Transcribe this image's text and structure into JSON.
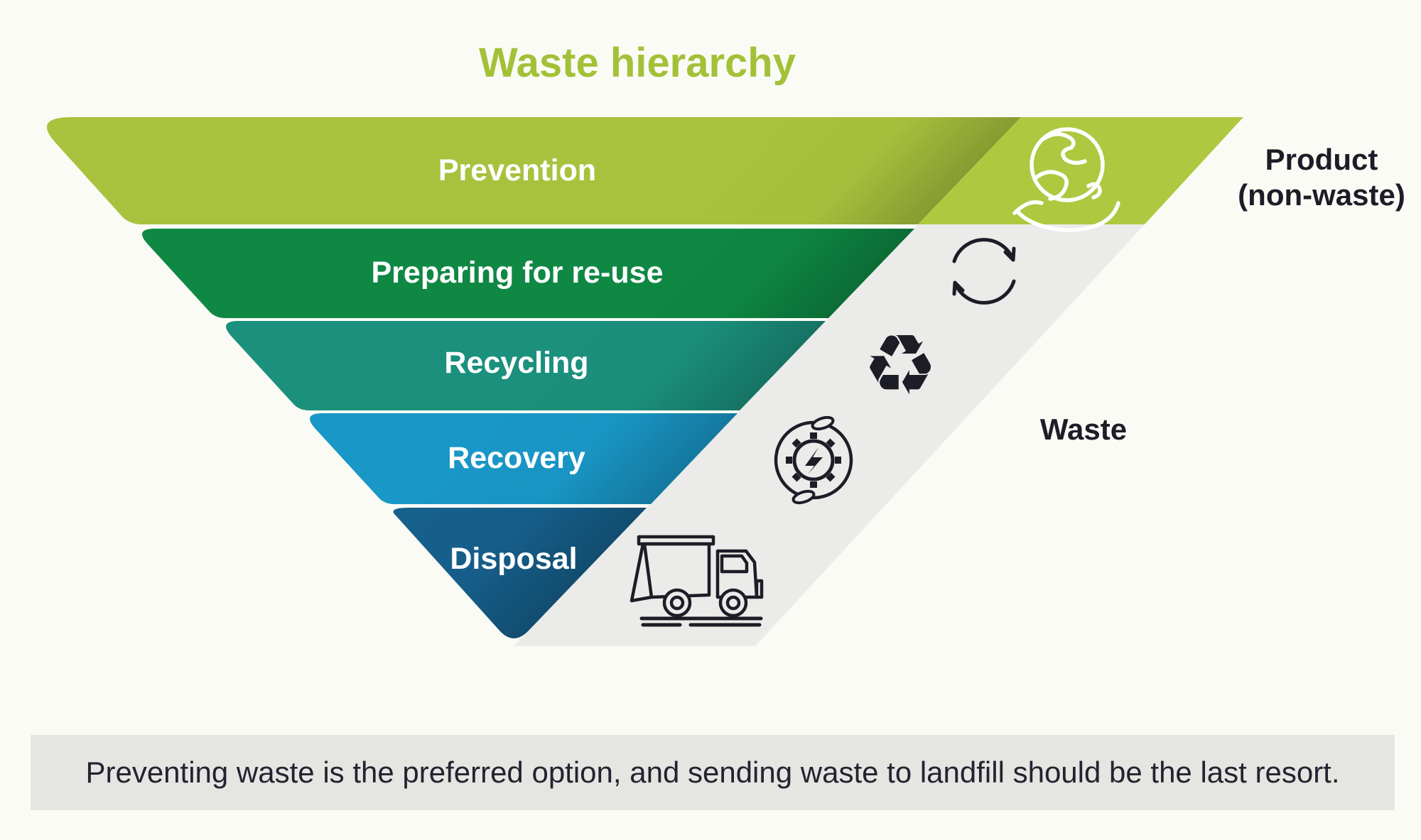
{
  "title": {
    "text": "Waste hierarchy",
    "color": "#a3c138"
  },
  "funnel": {
    "levels": [
      {
        "label": "Prevention",
        "color": "#a9c23d",
        "icon": "globe-in-hand-icon"
      },
      {
        "label": "Preparing for re-use",
        "color": "#0e8843",
        "icon": "reuse-cycle-icon"
      },
      {
        "label": "Recycling",
        "color": "#1b907d",
        "icon": "recycling-arrows-icon"
      },
      {
        "label": "Recovery",
        "color": "#1997c7",
        "icon": "energy-recovery-gear-icon"
      },
      {
        "label": "Disposal",
        "color": "#16608c",
        "icon": "garbage-truck-icon"
      }
    ],
    "recycle_glyph": "♻"
  },
  "labels": {
    "product_line1": "Product",
    "product_line2": "(non-waste)",
    "waste": "Waste"
  },
  "caption": {
    "text": "Preventing waste is the preferred option, and sending waste to landfill should be the last resort.",
    "background": "#e5e5e2"
  },
  "colors": {
    "page_background": "#fbfbf5",
    "band_gray": "#ebebe9",
    "prevention_band": "#aec840",
    "icon_dark": "#1d1d28",
    "icon_light": "#ffffff",
    "text_dark": "#1d1d28",
    "title_green": "#a3c138"
  }
}
